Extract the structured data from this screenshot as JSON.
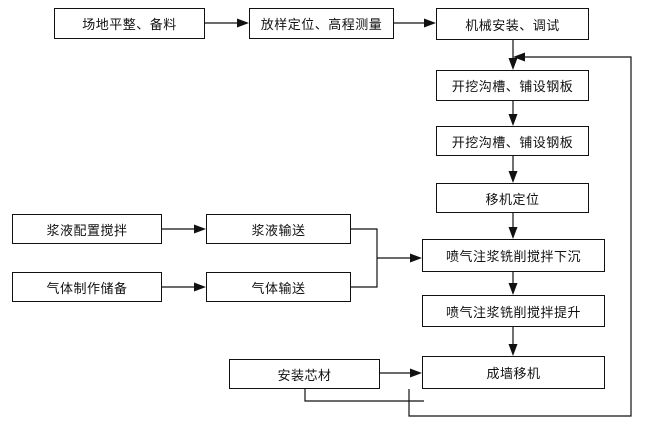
{
  "nodes": {
    "site_prep": "场地平整、备料",
    "layout_survey": "放样定位、高程测量",
    "machine_install": "机械安装、调试",
    "trench_1": "开挖沟槽、铺设钢板",
    "trench_2": "开挖沟槽、铺设钢板",
    "machine_position": "移机定位",
    "slurry_mix": "浆液配置搅拌",
    "slurry_convey": "浆液输送",
    "gas_prep": "气体制作储备",
    "gas_convey": "气体输送",
    "mill_sink": "喷气注浆铣削搅拌下沉",
    "mill_lift": "喷气注浆铣削搅拌提升",
    "core_install": "安装芯材",
    "wall_move": "成墙移机"
  }
}
